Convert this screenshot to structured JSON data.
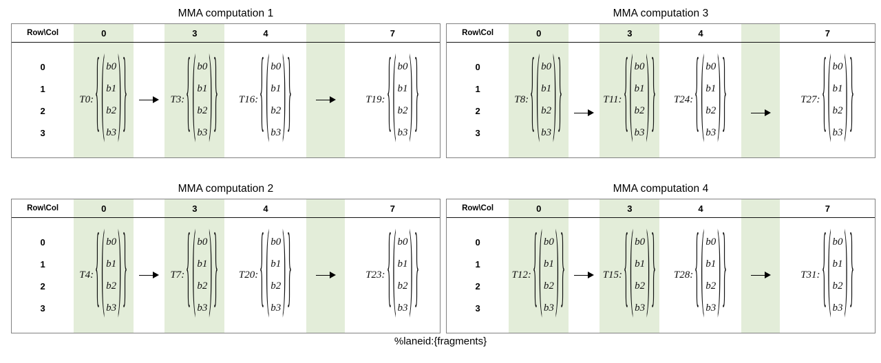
{
  "figure": {
    "caption": "%laneid:{fragments}",
    "accent_green": "#e3edd9",
    "border_gray": "#808080"
  },
  "table_common": {
    "corner_header": "Row\\Col",
    "column_headers": [
      "0",
      "3",
      "4",
      "7"
    ],
    "row_labels": [
      "0",
      "1",
      "2",
      "3"
    ],
    "fragment_elements": [
      "b0",
      "b1",
      "b2",
      "b3"
    ],
    "arrow_icon": "right-arrow"
  },
  "panels": [
    {
      "id": "panel-1",
      "title": "MMA computation 1",
      "arrow_offset": "mid",
      "threads": {
        "col0": "T0:",
        "col3": "T3:",
        "col4": "T16:",
        "col7": "T19:"
      }
    },
    {
      "id": "panel-2",
      "title": "MMA computation 2",
      "arrow_offset": "mid",
      "threads": {
        "col0": "T4:",
        "col3": "T7:",
        "col4": "T20:",
        "col7": "T23:"
      }
    },
    {
      "id": "panel-3",
      "title": "MMA computation 3",
      "arrow_offset": "low",
      "threads": {
        "col0": "T8:",
        "col3": "T11:",
        "col4": "T24:",
        "col7": "T27:"
      }
    },
    {
      "id": "panel-4",
      "title": "MMA computation 4",
      "arrow_offset": "mid",
      "threads": {
        "col0": "T12:",
        "col3": "T15:",
        "col4": "T28:",
        "col7": "T31:"
      }
    }
  ]
}
